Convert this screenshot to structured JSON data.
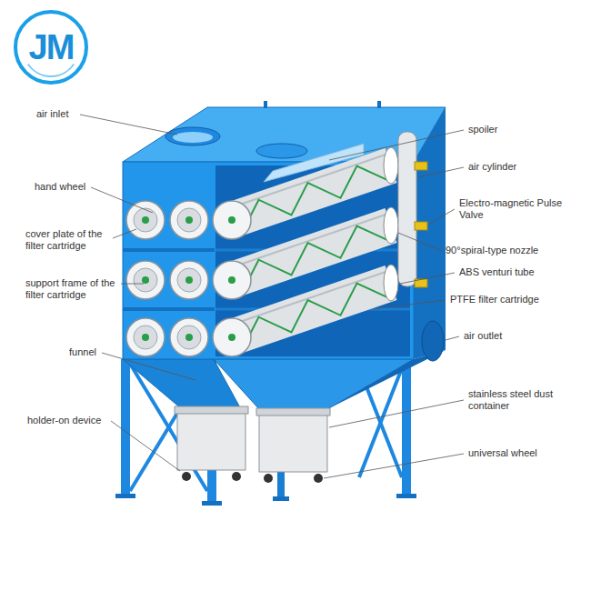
{
  "diagram": {
    "nodes": [
      {
        "text": [
          "JM"
        ]
      }
    ],
    "labels": [
      "air inlet",
      "hand wheel",
      "cover plate of the filter cartridge",
      "support frame of the filter cartridge",
      "funnel",
      "holder-on device",
      "spoiler",
      "air cylinder",
      "Electro-magnetic Pulse Valve",
      "90°spiral-type nozzle",
      "ABS venturi tube",
      "PTFE filter cartridge",
      "air outlet",
      "stainless steel dust container",
      "universal wheel"
    ]
  }
}
